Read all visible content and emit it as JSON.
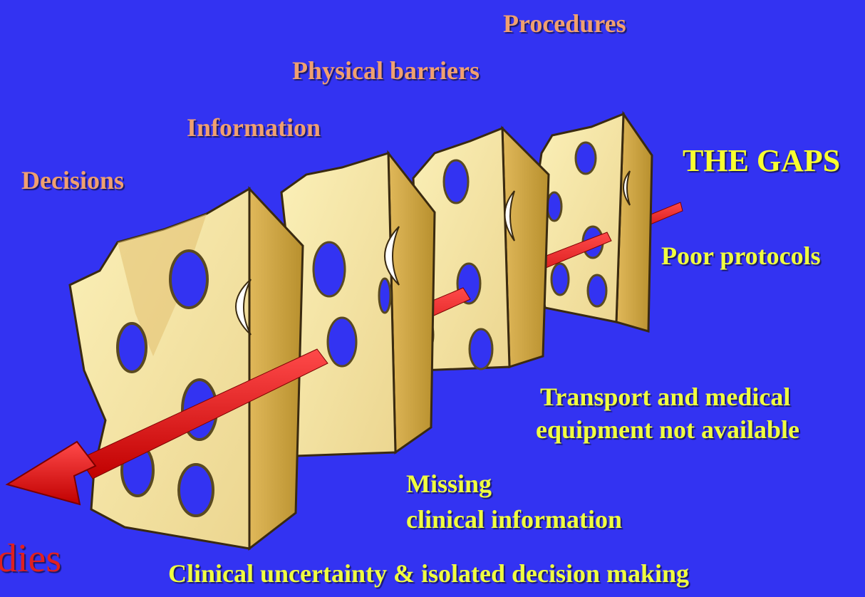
{
  "layers": {
    "procedures": "Procedures",
    "physical_barriers": "Physical barriers",
    "information": "Information",
    "decisions": "Decisions"
  },
  "gaps": {
    "title": "THE  GAPS",
    "poor_protocols": "Poor protocols",
    "transport_line1": "Transport  and medical",
    "transport_line2": "equipment not available",
    "missing_line1": "Missing",
    "missing_line2": "clinical information",
    "clinical_uncertainty": "Clinical uncertainty & isolated decision making"
  },
  "outcome": "dies",
  "colors": {
    "background": "#3333f2",
    "layer_label": "#f0a070",
    "gap_label": "#f0ff40",
    "cheese_face": "#f7e6a0",
    "cheese_side": "#c9a040",
    "arrow": "#ee1111",
    "outcome": "#e02020"
  }
}
